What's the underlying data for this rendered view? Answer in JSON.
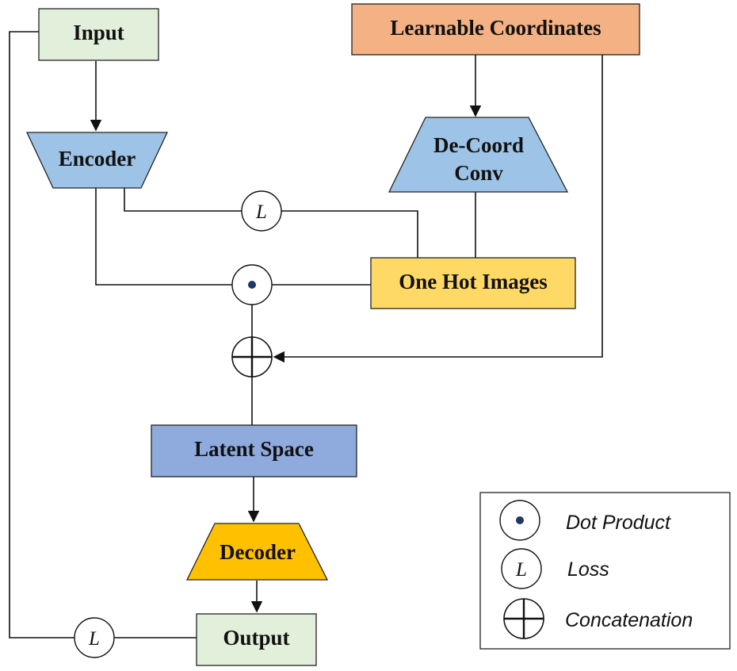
{
  "nodes": {
    "input": "Input",
    "encoder": "Encoder",
    "learnable_coordinates": "Learnable Coordinates",
    "decoord_line1": "De-Coord",
    "decoord_line2": "Conv",
    "one_hot_images": "One Hot Images",
    "latent_space": "Latent Space",
    "decoder": "Decoder",
    "output": "Output"
  },
  "symbols": {
    "loss": "L"
  },
  "legend": {
    "dot_product": "Dot Product",
    "loss": "Loss",
    "concatenation": "Concatenation"
  },
  "colors": {
    "input_output_fill": "#e2efda",
    "encoder_fill": "#9dc3e6",
    "learnable_fill": "#f4b183",
    "one_hot_fill": "#ffd966",
    "latent_fill": "#8faadc",
    "decoder_fill": "#ffc000",
    "dot_center": "#1f3864"
  }
}
